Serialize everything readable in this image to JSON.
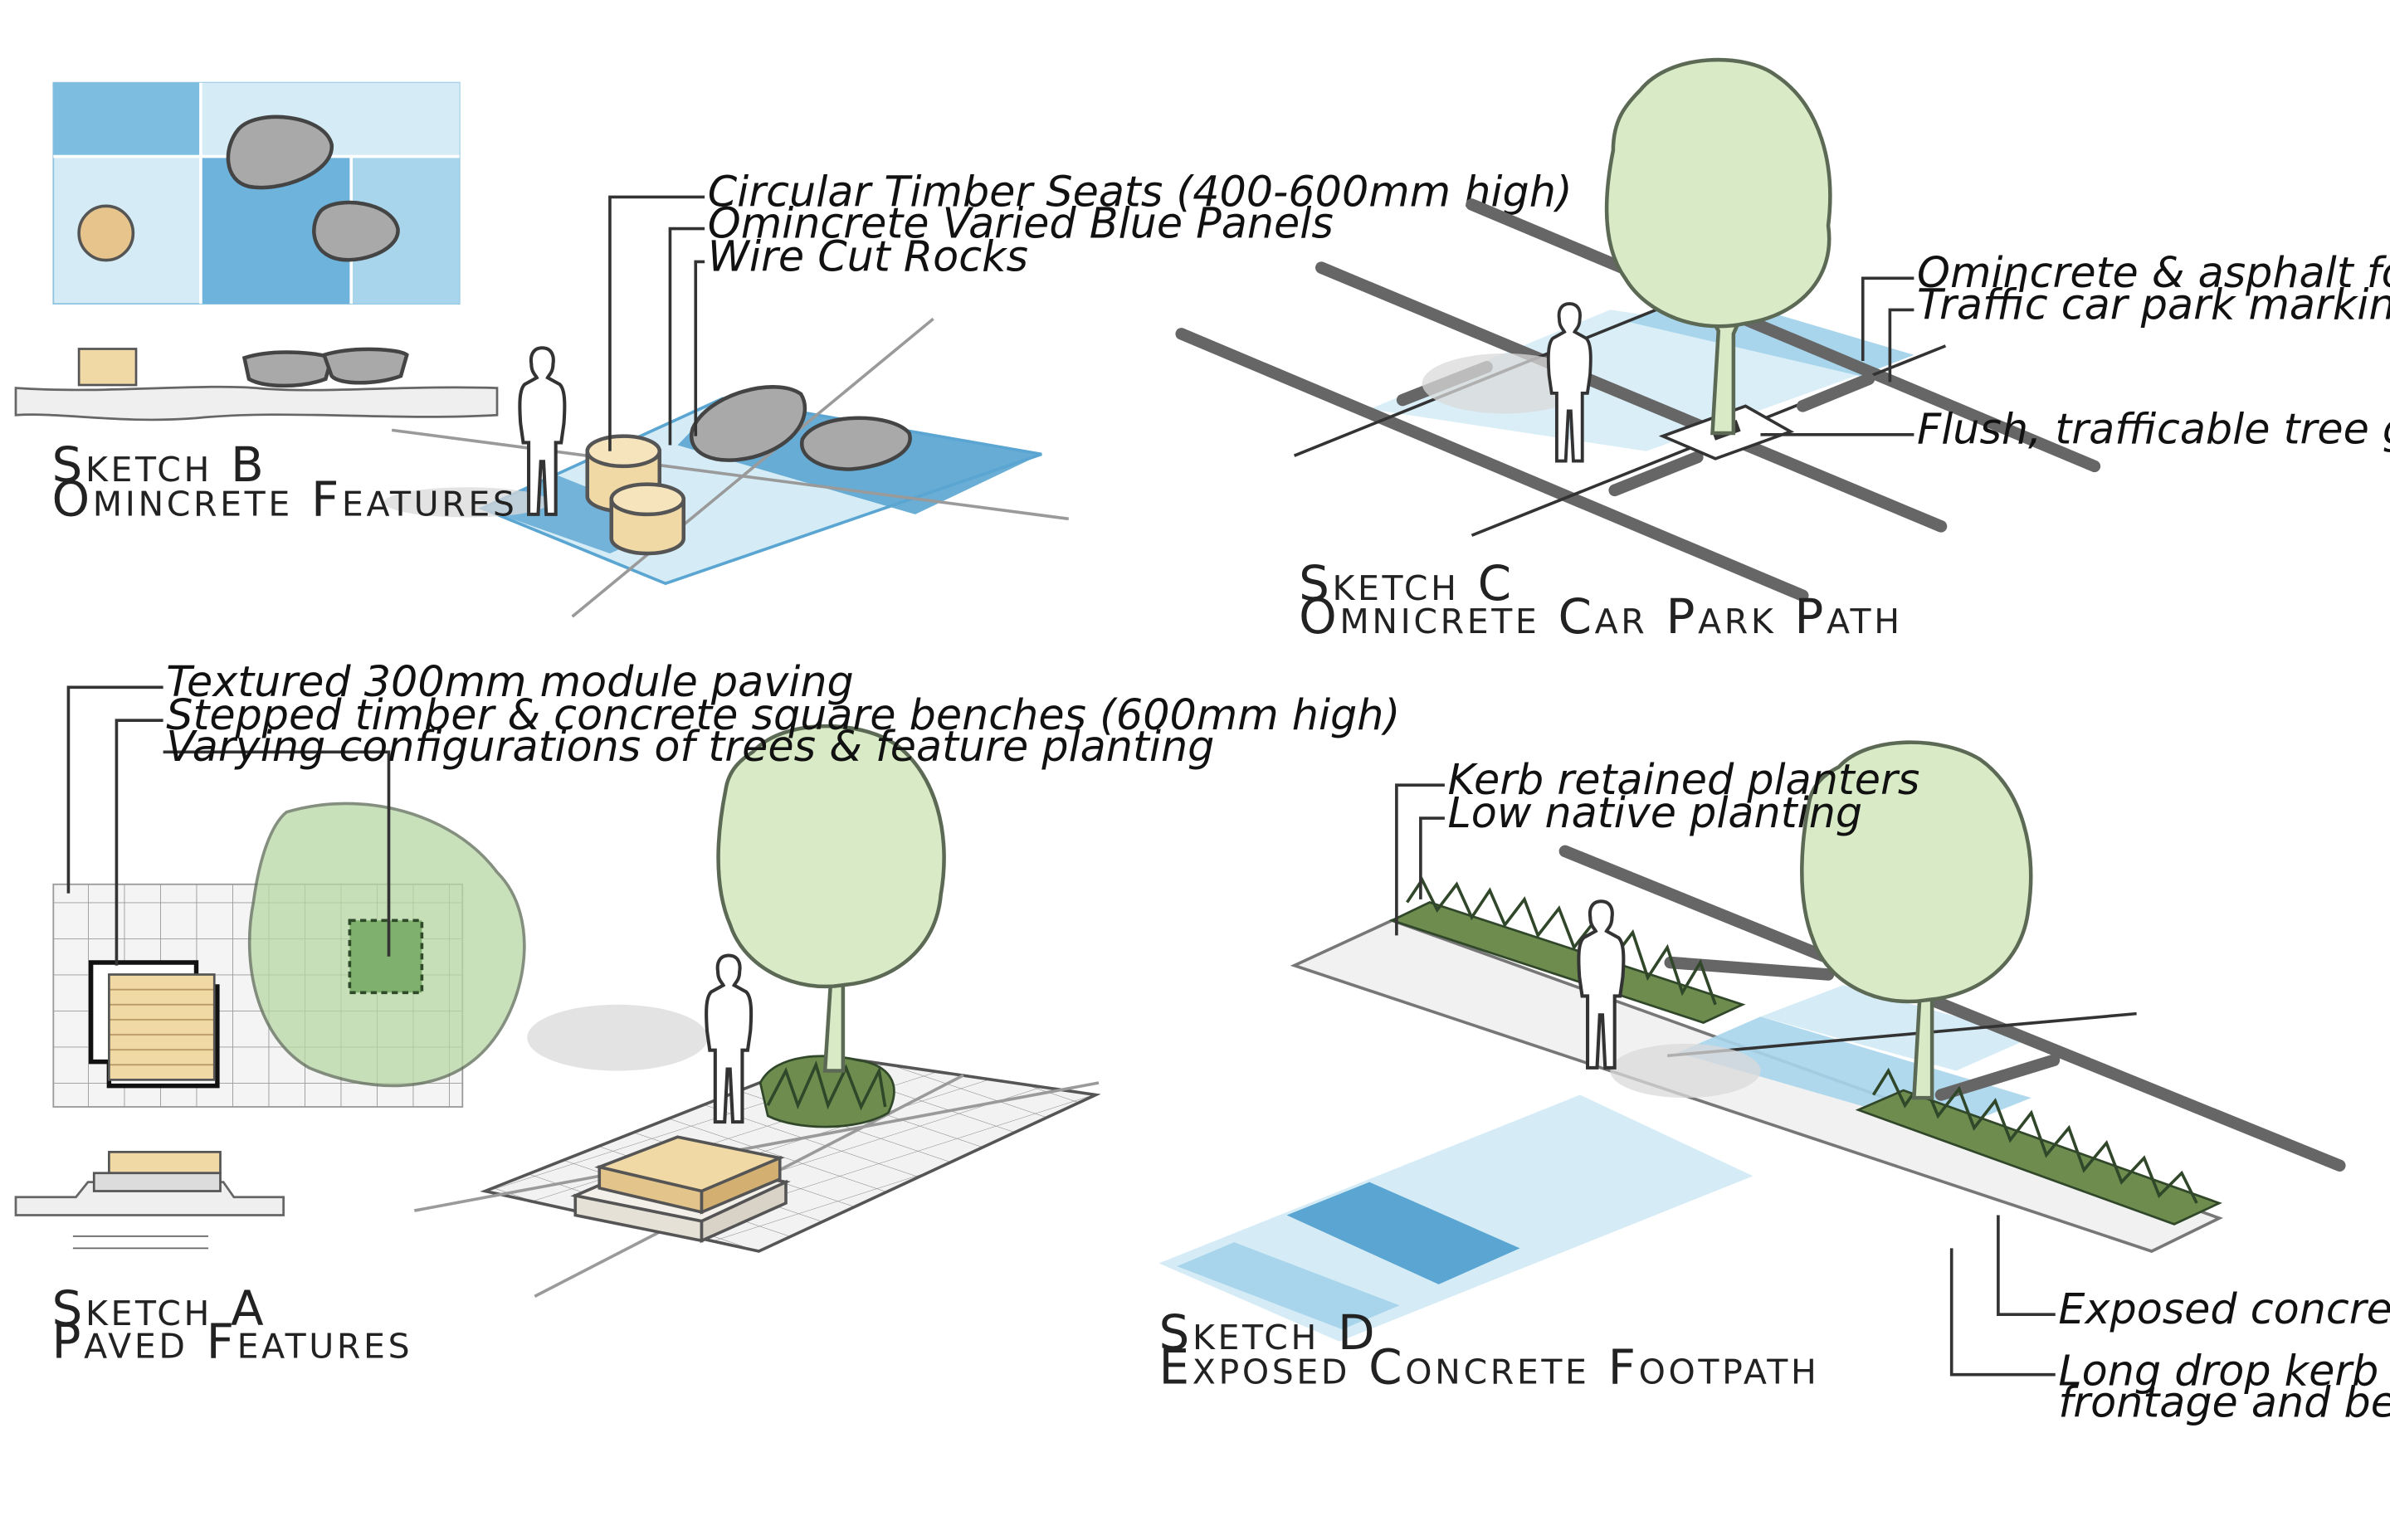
{
  "sketch_b": {
    "title_line1": "Sketch B",
    "title_line2": "Omincrete Features",
    "labels": [
      "Circular Timber Seats (400-600mm high)",
      "Omincrete Varied Blue Panels",
      "Wire Cut Rocks"
    ]
  },
  "sketch_c": {
    "title_line1": "Sketch C",
    "title_line2": "Omnicrete Car Park Path",
    "labels": [
      "Omincrete & asphalt footpath flush mounted",
      "Traffic car park marking",
      "Flush, trafficable tree grates"
    ]
  },
  "sketch_a": {
    "title_line1": "Sketch A",
    "title_line2": "Paved Features",
    "labels": [
      "Textured 300mm module paving",
      "Stepped timber & concrete square benches (600mm high)",
      "Varying configurations of trees & feature planting"
    ]
  },
  "sketch_d": {
    "title_line1": "Sketch D",
    "title_line2": "Exposed Concrete Footpath",
    "labels": [
      "Kerb retained planters",
      "Low native planting",
      "Exposed concrete path",
      "Long drop kerb along vehicle",
      "frontage and between planters"
    ]
  },
  "colors": {
    "blue_light": "#d5ecf6",
    "blue_mid": "#a8d5ec",
    "blue_dark": "#5aa5d2",
    "timber": "#f1d9a6",
    "tree_fill": "#d8ebc6",
    "rock": "#a9a9a9"
  }
}
